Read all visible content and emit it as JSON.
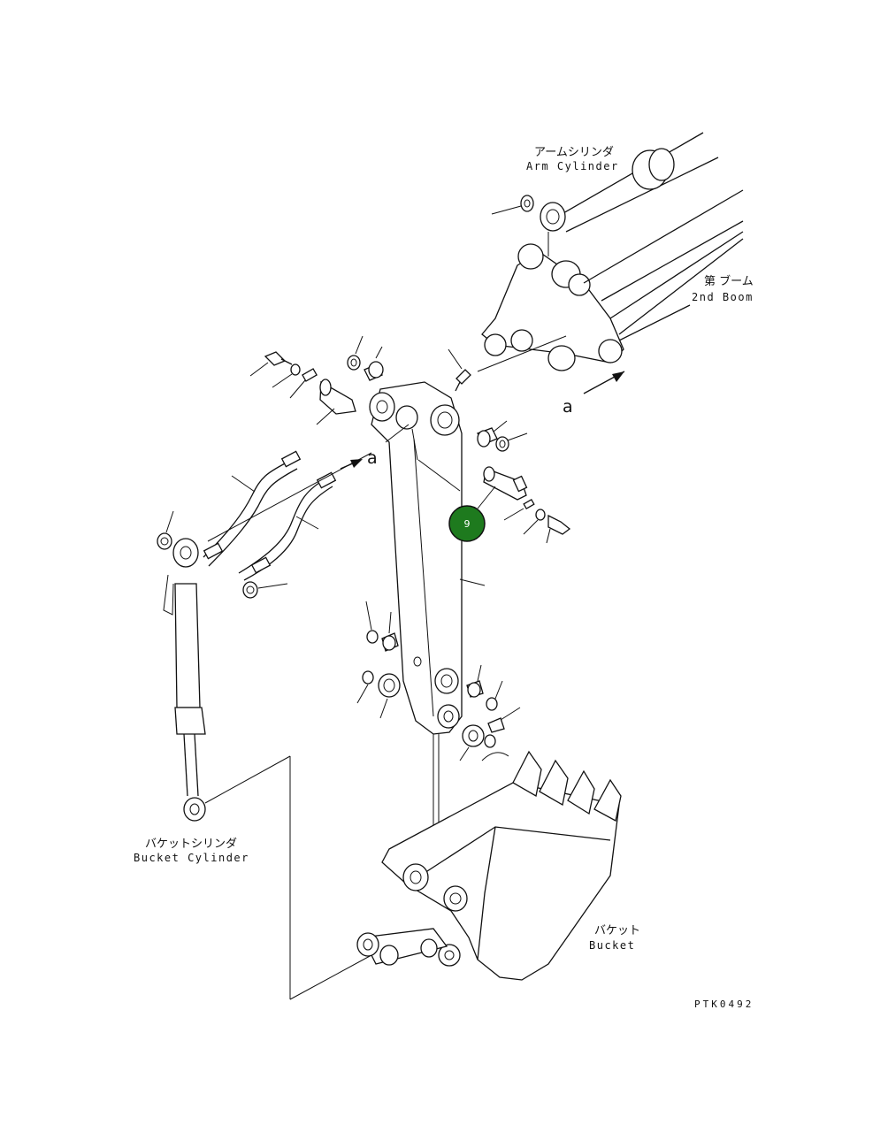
{
  "labels": {
    "arm_cylinder_jp": "アームシリンダ",
    "arm_cylinder_en": "Arm Cylinder",
    "second_boom_jp": "第 ブーム",
    "second_boom_en": "2nd Boom",
    "bucket_cylinder_jp": "バケットシリンダ",
    "bucket_cylinder_en": "Bucket Cylinder",
    "bucket_jp": "バケット",
    "bucket_en": "Bucket",
    "arrow_a_upper": "a",
    "arrow_a_lower": "a",
    "drawing_code": "PTK0492"
  },
  "callout": {
    "number": "9",
    "color": "#1e7a1e"
  }
}
